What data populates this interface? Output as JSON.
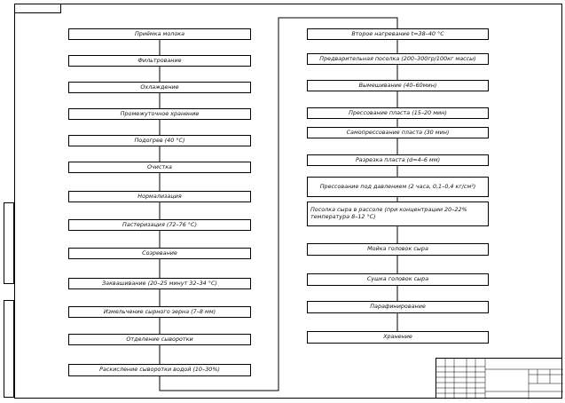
{
  "flowchart": {
    "left_column": [
      "Приёмка молока",
      "Фильтрование",
      "Охлаждение",
      "Промежуточное хранение",
      "Подогрев (40 °С)",
      "Очистка",
      "Нормализация",
      "Пастеризация (72–76 °С)",
      "Созревание",
      "Заквашивание (20–25 минут 32–34 °С)",
      "Измельчение сырного зерна (7–8 мм)",
      "Отделение сыворотки",
      "Раскисление сыворотки водой (10–30%)"
    ],
    "right_column": [
      "Второе нагревание t=38–40 °С",
      "Предварительная посолка (200–300гр/100кг массы)",
      "Вымешивание (40–60мин)",
      "Прессование пласта (15–20 мин)",
      "Самопрессование пласта (30 мин)",
      "Разрезка пласта (d=4–6 мм)",
      "Прессование под давлением (2 часа, 0,1–0,4 кг/см²)",
      "Посолка сыра в рассоле (при концентрации 20–22% температура 8–12 °С)",
      "Мойка головок сыра",
      "Сушка головок сыра",
      "Парафинирование",
      "Хранение"
    ]
  },
  "colors": {
    "line": "#000000",
    "background": "#ffffff"
  }
}
